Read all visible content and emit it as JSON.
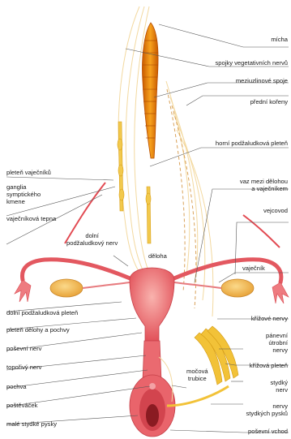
{
  "labels": {
    "micha": "mícha",
    "spojky": "spojky vegetativních nervů",
    "meziuzlinove": "meziuzlinové spoje",
    "predni_koreny": "přední kořeny",
    "horni_pleten": "horní podžaludková pleteň",
    "pleten_vajecniku": "pleteň vaječníků",
    "ganglia": "ganglia\nsymptického\nkmene",
    "vaz": "vaz mezi dělohou\na vaječníkem",
    "vejcovod": "vejcovod",
    "vajecnikova_tepna": "vaječníková tepna",
    "dolni_podzaludkovy_nerv": "dolní\npodžaludkový nerv",
    "deloha": "děloha",
    "vajecnik": "vaječník",
    "dolni_pleten": "dolní podžaludková pleteň",
    "krizove_nervy": "křížové nervy",
    "pleten_delohy": "pleteň dělohy a pochvy",
    "panevni": "pánevní\nútrobní\nnervy",
    "posevni_nerv": "poševní nerv",
    "krizova_pleten": "křížová pleteň",
    "topofivy_nerv": "topořivý nerv",
    "mocova": "močová\ntrubice",
    "stydky_nerv": "stydký\nnerv",
    "pochva": "pochva",
    "postevacek": "poštěváček",
    "nervy_stydkych": "nervy\nstydkých pysků",
    "male_pysky": "malé stydké pysky",
    "posevni_vchod": "poševní vchod"
  },
  "colors": {
    "cord": "#f08a10",
    "cord_dark": "#c85a00",
    "organ": "#ec6f73",
    "organ_dark": "#d9484f",
    "organ_light": "#f7a9a6",
    "nerve": "#f2c94c",
    "leader": "#555555"
  }
}
